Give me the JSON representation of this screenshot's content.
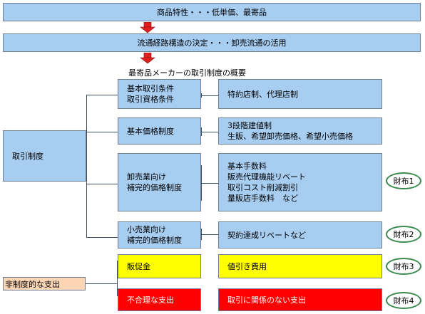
{
  "top": {
    "characteristics": "商品特性・・・低単価、最寄品",
    "structure": "流通経路構造の決定・・・卸売流通の活用"
  },
  "overview_title": "最寄品メーカーの取引制度の概要",
  "system_label": "取引制度",
  "rows": [
    {
      "left": [
        "基本取引条件",
        "取引資格条件"
      ],
      "right": [
        "特約店制、代理店制"
      ]
    },
    {
      "left": [
        "基本価格制度"
      ],
      "right": [
        "3段階建値制",
        "生販、希望卸売価格、希望小売価格"
      ]
    },
    {
      "left": [
        "卸売業向け",
        "補完的価格制度"
      ],
      "right": [
        "基本手数料",
        "販売代理機能リベート",
        "取引コスト削減割引",
        "量販店手数料　など"
      ],
      "tag": "財布1"
    },
    {
      "left": [
        "小売業向け",
        "補完的価格制度"
      ],
      "right": [
        "契約達成リベートなど"
      ],
      "tag": "財布2"
    }
  ],
  "non_system": {
    "label": "非制度的な支出",
    "rows": [
      {
        "left": "販促金",
        "right": "値引き費用",
        "tag": "財布3"
      },
      {
        "left": "不合理な支出",
        "right": "取引に関係のない支出",
        "tag": "財布4"
      }
    ]
  },
  "colors": {
    "box_blue": "#a7cdf1",
    "yellow": "#ffff00",
    "red": "#ff0000",
    "peach": "#fcd5b5",
    "arrow": "#e0201f",
    "oval_border": "#3a8a4e"
  }
}
